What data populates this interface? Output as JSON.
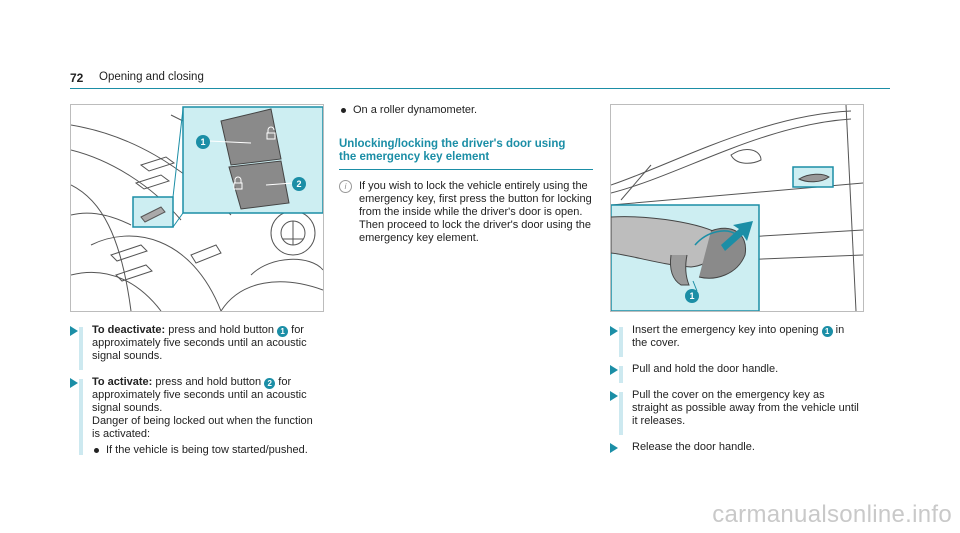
{
  "header": {
    "page_number": "72",
    "section": "Opening and closing"
  },
  "figure_left": {
    "callouts": [
      "1",
      "2"
    ]
  },
  "figure_right": {
    "callouts": [
      "1"
    ]
  },
  "left_column": {
    "steps": [
      {
        "label": "To deactivate:",
        "text_a": " press and hold button ",
        "callout": "1",
        "text_b": " for approximately five seconds until an acoustic signal sounds."
      },
      {
        "label": "To activate:",
        "text_a": " press and hold button ",
        "callout": "2",
        "text_b": " for approximately five seconds until an acoustic signal sounds."
      }
    ],
    "note": "Danger of being locked out when the function is activated:",
    "bullets": [
      "If the vehicle is being tow started/pushed."
    ]
  },
  "middle_column": {
    "bullets": [
      "On a roller dynamometer."
    ],
    "heading_line1": "Unlocking/locking the driver's door using",
    "heading_line2": "the emergency key element",
    "info_icon": "i",
    "info_text": "If you wish to lock the vehicle entirely using the emergency key, first press the button for locking from the inside while the driver's door is open. Then proceed to lock the driver's door using the emergency key element."
  },
  "right_column": {
    "steps": [
      {
        "text_a": "Insert the emergency key into opening ",
        "callout": "1",
        "text_b": " in the cover."
      },
      {
        "text_a": "Pull and hold the door handle.",
        "callout": "",
        "text_b": ""
      },
      {
        "text_a": "Pull the cover on the emergency key as straight as possible away from the vehicle until it releases.",
        "callout": "",
        "text_b": ""
      },
      {
        "text_a": "Release the door handle.",
        "callout": "",
        "text_b": ""
      }
    ]
  },
  "watermark": "carmanualsonline.info",
  "colors": {
    "accent": "#1b8ea6",
    "highlight": "#cdeef2"
  }
}
